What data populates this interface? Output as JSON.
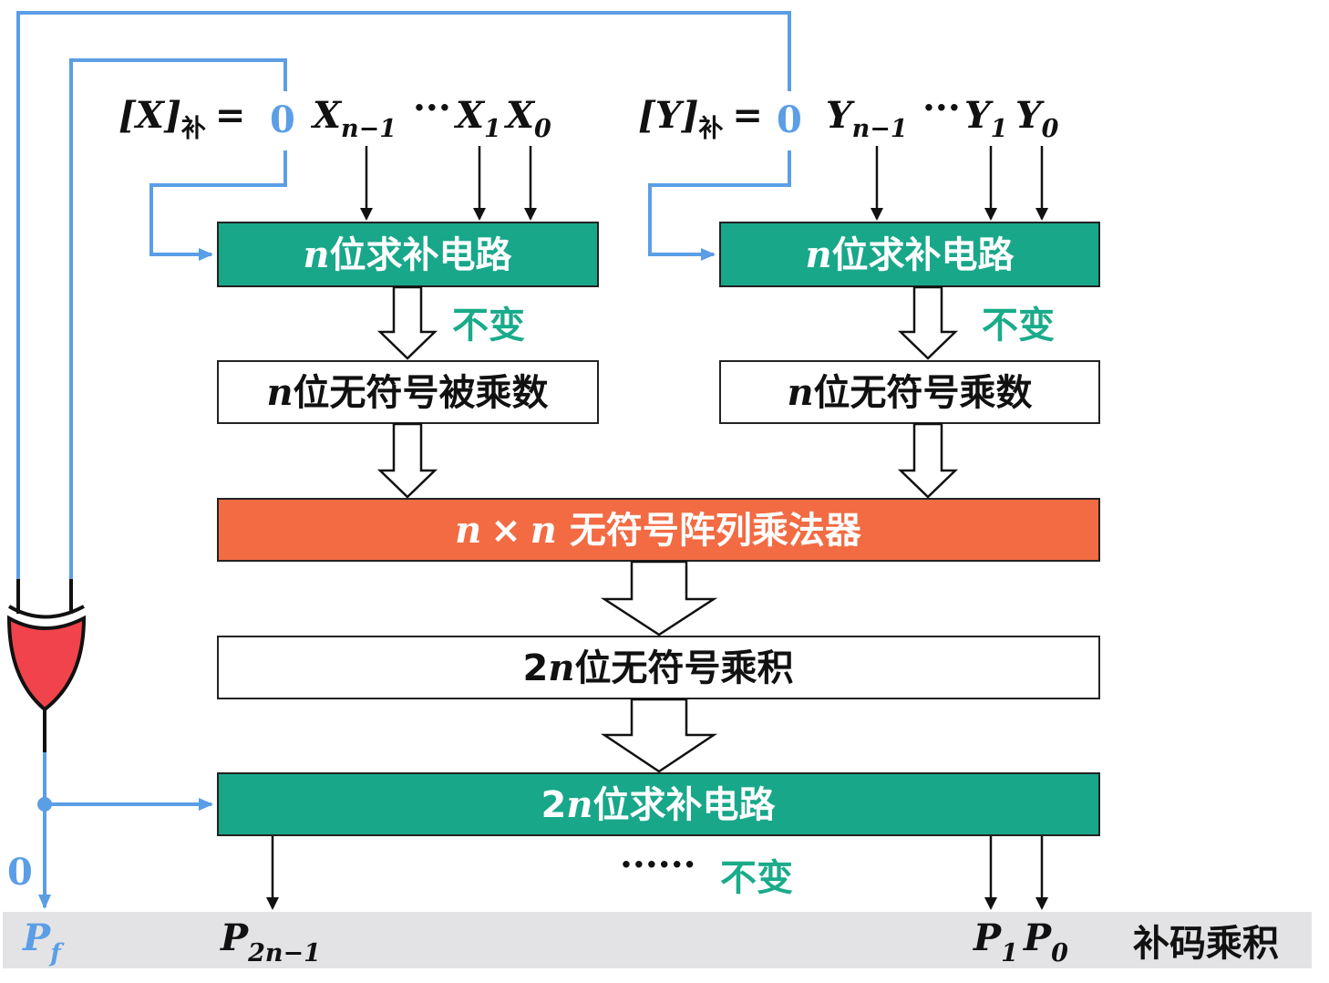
{
  "colors": {
    "teal": "#19a78a",
    "orange": "#f26b43",
    "blue_wire": "#5b9ee6",
    "gate_red": "#f0434b",
    "band": "#e3e3e6",
    "green_text": "#1aab8a"
  },
  "x_operand": {
    "label": "[X]",
    "label_sub": "补",
    "equals": "=",
    "sign_bit": "0",
    "bits": [
      {
        "base": "X",
        "sub": "n−1"
      },
      {
        "sep": "···"
      },
      {
        "base": "X",
        "sub": "1"
      },
      {
        "base": "X",
        "sub": "0"
      }
    ]
  },
  "y_operand": {
    "label": "[Y]",
    "label_sub": "补",
    "equals": "=",
    "sign_bit": "0",
    "bits": [
      {
        "base": "Y",
        "sub": "n−1"
      },
      {
        "sep": "···"
      },
      {
        "base": "Y",
        "sub": "1"
      },
      {
        "base": "Y",
        "sub": "0"
      }
    ]
  },
  "boxes": {
    "x_complement": {
      "var": "n",
      "text": "位求补电路"
    },
    "y_complement": {
      "var": "n",
      "text": "位求补电路"
    },
    "x_unsigned": {
      "var": "n",
      "text": "位无符号被乘数"
    },
    "y_unsigned": {
      "var": "n",
      "text": "位无符号乘数"
    },
    "multiplier": {
      "var1": "n",
      "times": "×",
      "var2": "n",
      "text": "无符号阵列乘法器"
    },
    "product": {
      "prefix": "2",
      "var": "n",
      "text": "位无符号乘积"
    },
    "final_complement": {
      "prefix": "2",
      "var": "n",
      "text": "位求补电路"
    }
  },
  "unchanged_labels": {
    "x": "不变",
    "y": "不变",
    "bottom": "不变"
  },
  "bottom_dots": "······",
  "sign_out_zero": "0",
  "outputs": {
    "pf": {
      "base": "P",
      "sub": "f"
    },
    "p_high": {
      "base": "P",
      "sub": "2n−1"
    },
    "p1": {
      "base": "P",
      "sub": "1"
    },
    "p0": {
      "base": "P",
      "sub": "0"
    },
    "label": "补码乘积"
  }
}
